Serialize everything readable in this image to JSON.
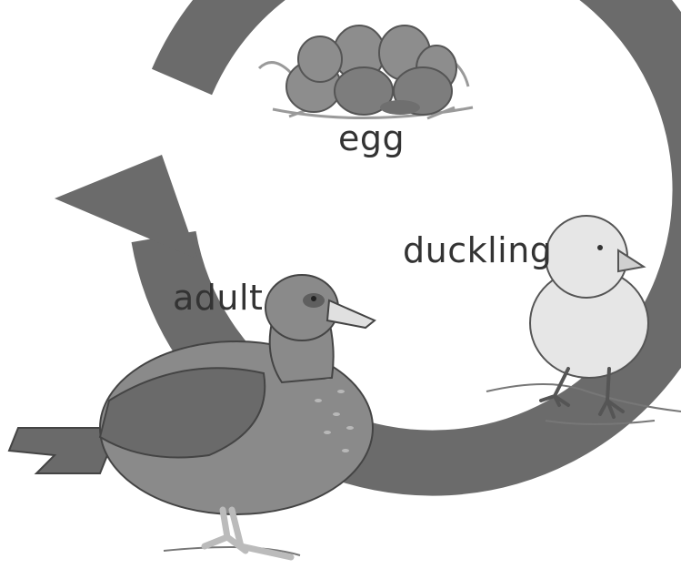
{
  "diagram": {
    "stages": [
      {
        "id": "egg",
        "label": "egg"
      },
      {
        "id": "duckling",
        "label": "duckling"
      },
      {
        "id": "adult",
        "label": "adult"
      }
    ]
  },
  "colors": {
    "cycle_arrow": "#6b6b6b",
    "egg_fill": "#8d8d8d",
    "egg_shadow": "#6f6f6f",
    "nest": "#9a9a9a",
    "duckling_body": "#e6e6e6",
    "duckling_outline": "#555555",
    "adult_body": "#8a8a8a",
    "adult_dark": "#5f5f5f",
    "adult_light": "#b8b8b8",
    "bill": "#e0e0e0",
    "ground_line": "#777777",
    "label_text": "#333333"
  },
  "icons": {
    "eggs": "egg-nest-icon",
    "duckling": "duckling-icon",
    "adult": "adult-duck-icon",
    "arrow": "cycle-arrow-icon"
  }
}
